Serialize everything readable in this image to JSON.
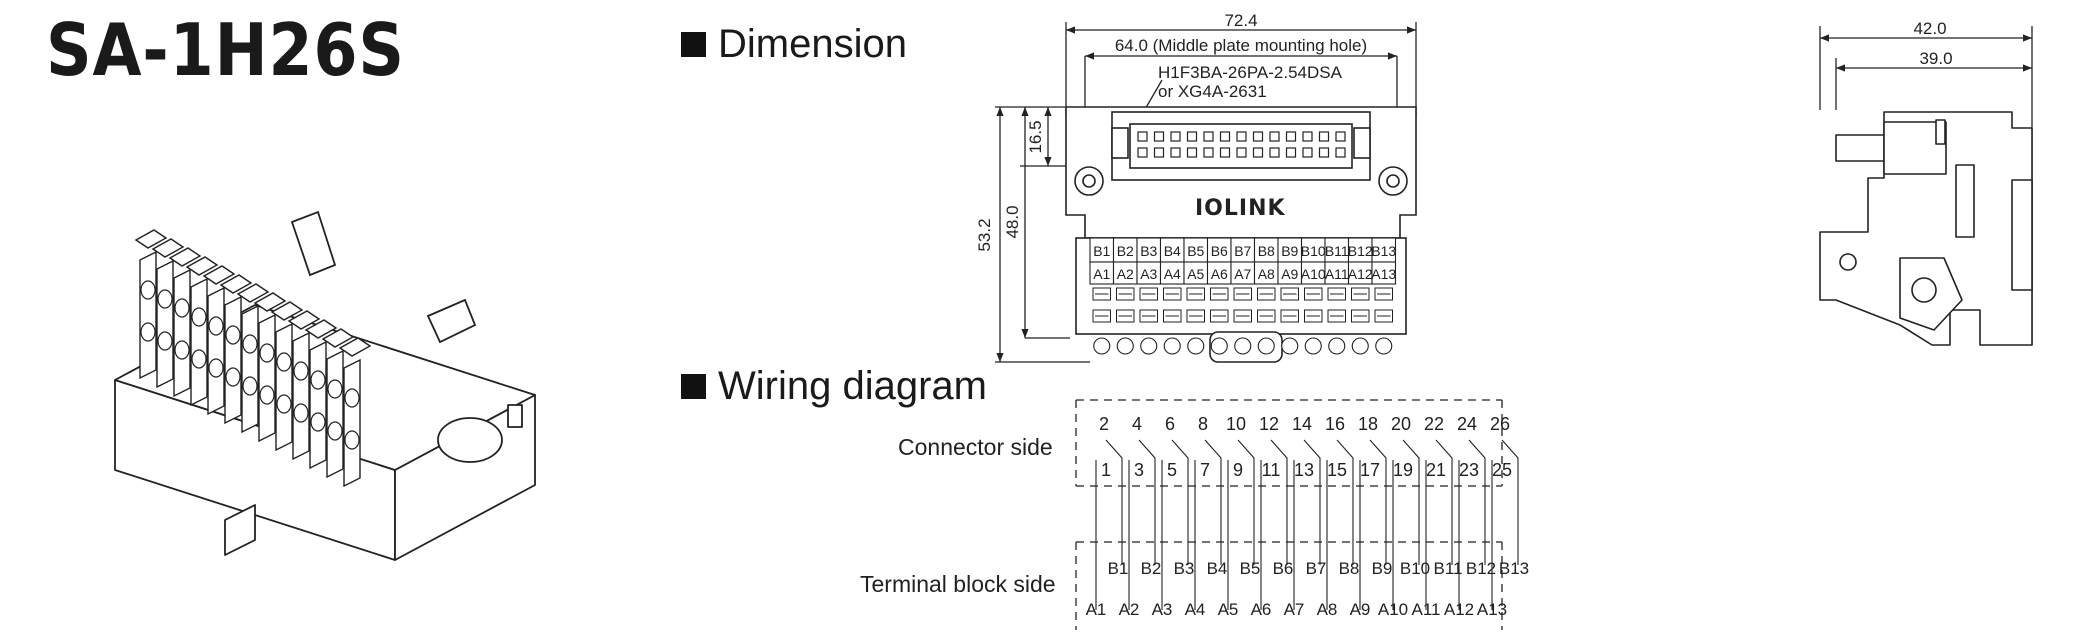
{
  "model": "SA-1H26S",
  "sections": {
    "dimension": "Dimension",
    "wiring": "Wiring diagram"
  },
  "front_view": {
    "width_overall": "72.4",
    "hole_pitch": "64.0 (Middle plate mounting hole)",
    "connector_part": "H1F3BA-26PA-2.54DSA",
    "connector_alt": "or XG4A-2631",
    "height_overall": "53.2",
    "height_body": "48.0",
    "height_connector": "16.5",
    "brand": "IOLINK",
    "b_labels": [
      "B1",
      "B2",
      "B3",
      "B4",
      "B5",
      "B6",
      "B7",
      "B8",
      "B9",
      "B10",
      "B11",
      "B12",
      "B13"
    ],
    "a_labels": [
      "A1",
      "A2",
      "A3",
      "A4",
      "A5",
      "A6",
      "A7",
      "A8",
      "A9",
      "A10",
      "A11",
      "A12",
      "A13"
    ]
  },
  "side_view": {
    "width_overall": "42.0",
    "width_base": "39.0"
  },
  "wiring": {
    "connector_side": "Connector side",
    "terminal_block_side": "Terminal block side",
    "even_pins": [
      "2",
      "4",
      "6",
      "8",
      "10",
      "12",
      "14",
      "16",
      "18",
      "20",
      "22",
      "24",
      "26"
    ],
    "odd_pins": [
      "1",
      "3",
      "5",
      "7",
      "9",
      "11",
      "13",
      "15",
      "17",
      "19",
      "21",
      "23",
      "25"
    ],
    "b_terminals": [
      "B1",
      "B2",
      "B3",
      "B4",
      "B5",
      "B6",
      "B7",
      "B8",
      "B9",
      "B10",
      "B11",
      "B12",
      "B13"
    ],
    "a_terminals": [
      "A1",
      "A2",
      "A3",
      "A4",
      "A5",
      "A6",
      "A7",
      "A8",
      "A9",
      "A10",
      "A11",
      "A12",
      "A13"
    ]
  }
}
